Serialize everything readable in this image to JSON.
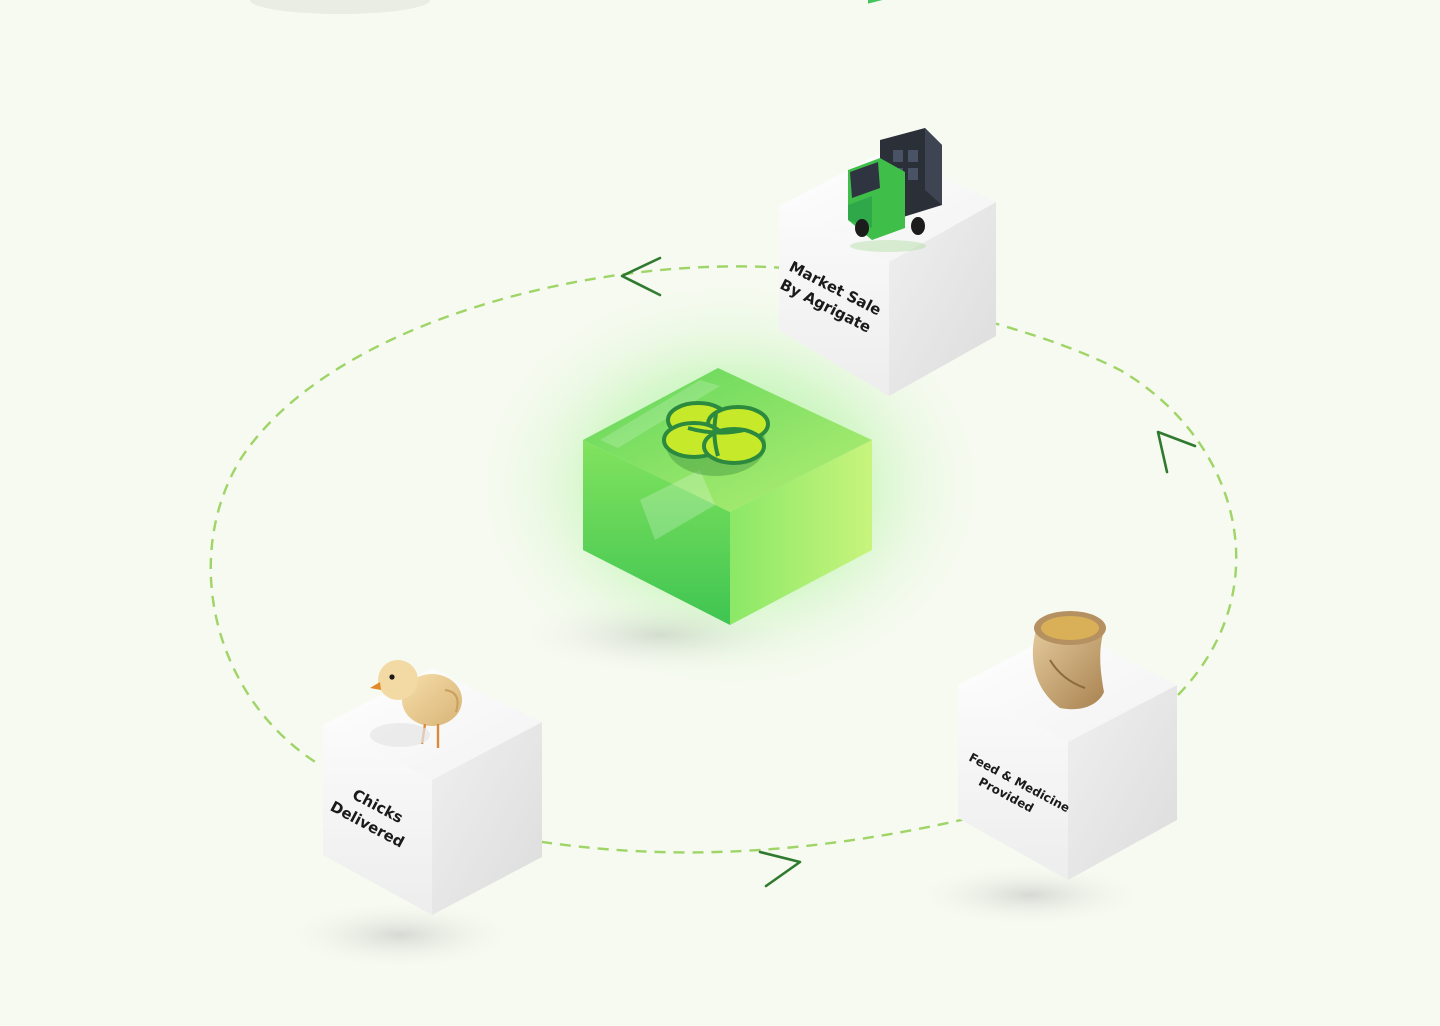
{
  "diagram": {
    "nodes": [
      {
        "id": "market",
        "label_lines": [
          "Market Sale",
          "By Agrigate"
        ],
        "icon": "delivery-truck-icon"
      },
      {
        "id": "feed",
        "label_lines": [
          "Feed & Medicine",
          "Provided"
        ],
        "icon": "grain-sack-icon"
      },
      {
        "id": "chicks",
        "label_lines": [
          "Chicks",
          "Delivered"
        ],
        "icon": "chick-icon"
      },
      {
        "id": "hub",
        "label_lines": [],
        "icon": "clover-logo-icon"
      }
    ],
    "flow": [
      "chicks",
      "feed",
      "market",
      "chicks"
    ]
  },
  "colors": {
    "background": "#f6faf0",
    "dashed_path": "#9fd466",
    "arrow": "#2f7a2f",
    "hub_green": "#6fe06a",
    "hub_light": "#c9f27c",
    "cube_face": "#f3f3f3"
  }
}
